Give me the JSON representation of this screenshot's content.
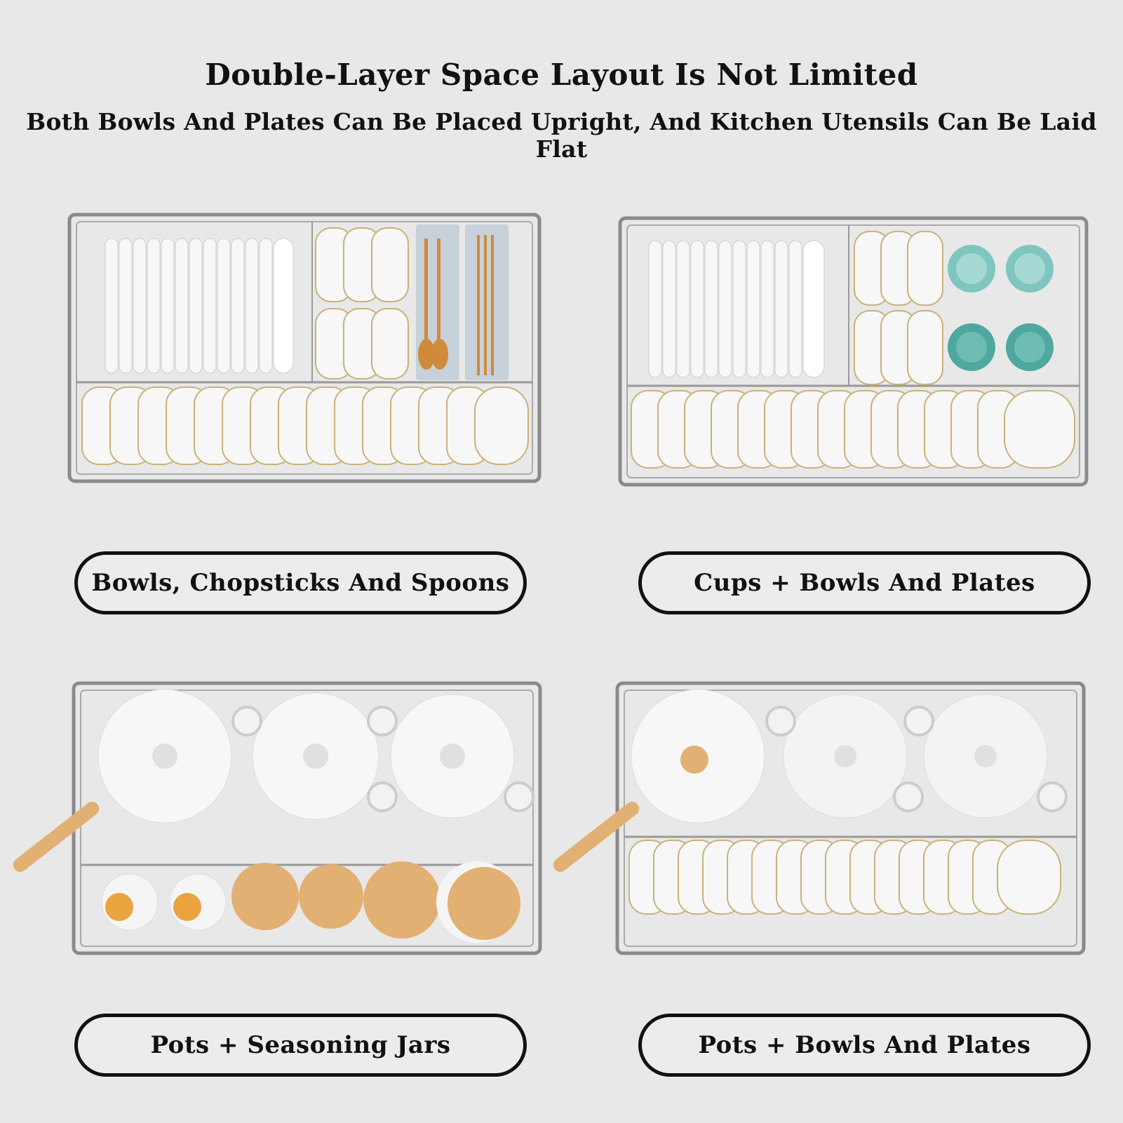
{
  "header": {
    "title": "Double-Layer Space Layout Is Not Limited",
    "subtitle": "Both Bowls And Plates Can Be Placed Upright, And Kitchen Utensils Can Be Laid Flat"
  },
  "panels": [
    {
      "label": "Bowls, Chopsticks And Spoons",
      "image": "rack-bowls-chopsticks-spoons"
    },
    {
      "label": "Cups + Bowls And Plates",
      "image": "rack-cups-bowls-plates"
    },
    {
      "label": "Pots + Seasoning Jars",
      "image": "rack-pots-seasoning-jars"
    },
    {
      "label": "Pots + Bowls And Plates",
      "image": "rack-pots-bowls-plates"
    }
  ],
  "colors": {
    "background": "#e8e8e8",
    "frame": "#8a8a8a",
    "dish": "#f7f7f7",
    "cup": "#5fb5ad",
    "wood": "#e2b072",
    "utensil": "#d08a3a"
  }
}
